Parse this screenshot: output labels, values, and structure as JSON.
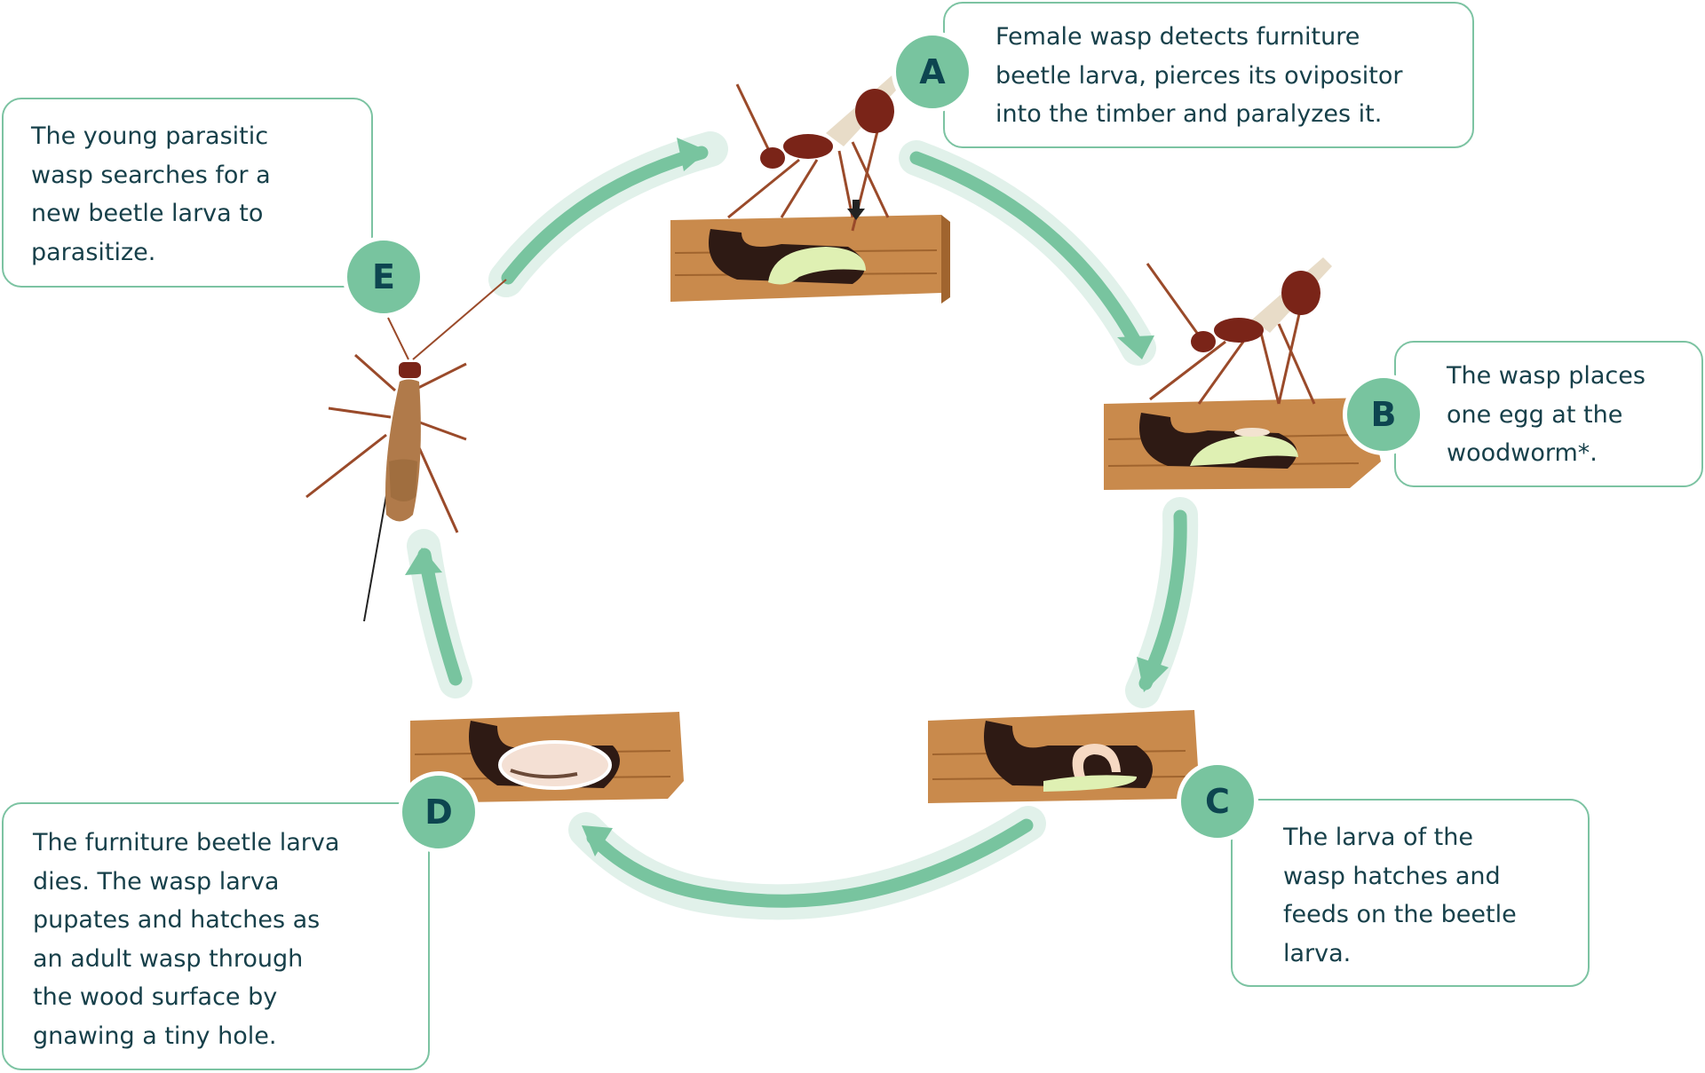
{
  "title": "Life cycle of a parasitic wasp on the furniture beetle larva",
  "colors": {
    "accent": "#78c49f",
    "accent_light": "#e1f1ea",
    "text": "#17404a",
    "badge_text": "#0d4550",
    "wood": "#c98a4c",
    "wood_dark": "#a0642e",
    "tunnel": "#2e1a14",
    "larva": "#dff0b3",
    "wasp": "#7a2418"
  },
  "stages": [
    {
      "id": "A",
      "label": "A",
      "text": "Female wasp detects furniture\nbeetle larva, pierces its ovipositor\ninto the timber and paralyzes it.",
      "illustration": "wasp-on-wood-piercing"
    },
    {
      "id": "B",
      "label": "B",
      "text": "The wasp places\none egg at the\nwoodworm*.",
      "illustration": "wasp-on-wood-egg"
    },
    {
      "id": "C",
      "label": "C",
      "text": "The larva of the\nwasp hatches and\nfeeds on the beetle\nlarva.",
      "illustration": "wood-with-wasp-larva"
    },
    {
      "id": "D",
      "label": "D",
      "text": "The furniture beetle larva\ndies. The wasp larva\npupates and hatches as\nan adult wasp through\nthe wood surface by\ngnawing a tiny hole.",
      "illustration": "wood-with-pupa"
    },
    {
      "id": "E",
      "label": "E",
      "text": "The young parasitic\nwasp searches for a\nnew beetle larva to\nparasitize.",
      "illustration": "adult-wasp-top-view"
    }
  ],
  "arrows": [
    {
      "from": "A",
      "to": "B"
    },
    {
      "from": "B",
      "to": "C"
    },
    {
      "from": "C",
      "to": "D"
    },
    {
      "from": "D",
      "to": "E"
    },
    {
      "from": "E",
      "to": "A"
    }
  ]
}
